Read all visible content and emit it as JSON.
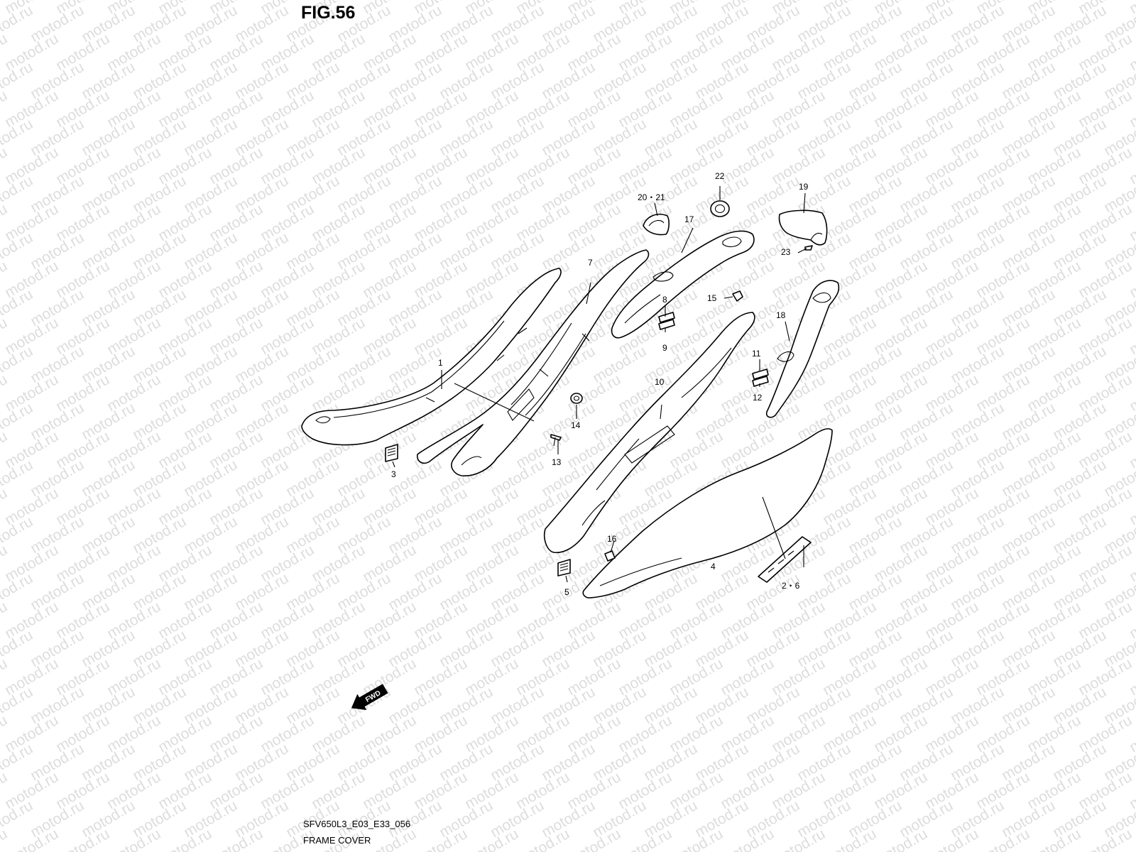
{
  "figure": {
    "title": "FIG.56",
    "diagram_code": "SFV650L3_E03_E33_056",
    "diagram_name": "FRAME COVER",
    "watermark": "motod.ru",
    "fwd_label": "FWD"
  },
  "callouts": {
    "c1": "1",
    "c2_6": "2・6",
    "c3": "3",
    "c4": "4",
    "c5": "5",
    "c7": "7",
    "c8": "8",
    "c9": "9",
    "c10": "10",
    "c11": "11",
    "c12": "12",
    "c13": "13",
    "c14": "14",
    "c15": "15",
    "c16": "16",
    "c17": "17",
    "c18": "18",
    "c19": "19",
    "c20_21": "20・21",
    "c22": "22",
    "c23": "23"
  }
}
